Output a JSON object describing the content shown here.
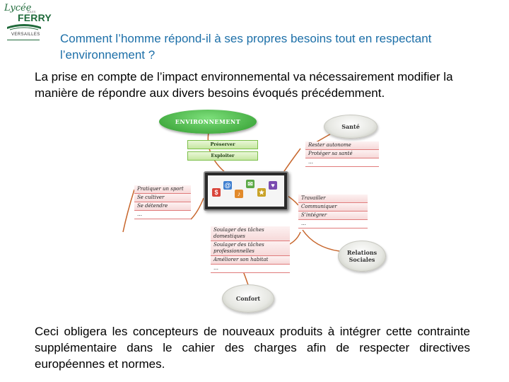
{
  "logo": {
    "handwriting": "Lycée",
    "small": "JULES",
    "name": "FERRY",
    "city": "VERSAILLES"
  },
  "title": "Comment l’homme répond-il à ses propres besoins tout en respectant l’environnement ?",
  "intro": "La prise en compte de l’impact environnemental va nécessairement  modifier la manière de répondre aux divers besoins évoqués précédemment.",
  "diagram": {
    "environnement": {
      "label": "ENVIRONNEMENT",
      "items": [
        "Préserver",
        "Exploiter"
      ]
    },
    "sante": {
      "label": "Santé",
      "items": [
        "Rester autonome",
        "Protéger sa santé",
        "…"
      ]
    },
    "loisirs": {
      "items": [
        "Pratiquer un sport",
        "Se cultiver",
        "Se détendre",
        "…"
      ]
    },
    "travail": {
      "items": [
        "Travailler",
        "Communiquer",
        "S’intégrer",
        "…"
      ]
    },
    "confort": {
      "label": "Confort",
      "items": [
        "Soulager des tâches domestiques",
        "Soulager des tâches professionnelles",
        "Améliorer son habitat",
        "…"
      ]
    },
    "relations": {
      "label": "Relations Sociales"
    },
    "colors": {
      "green": "#3fae3c",
      "connector": "#c7662c",
      "list_border": "#e07b7b"
    }
  },
  "conclusion": "Ceci obligera les concepteurs de nouveaux produits à intégrer cette contrainte supplémentaire dans le cahier des charges afin de respecter directives européennes et normes."
}
